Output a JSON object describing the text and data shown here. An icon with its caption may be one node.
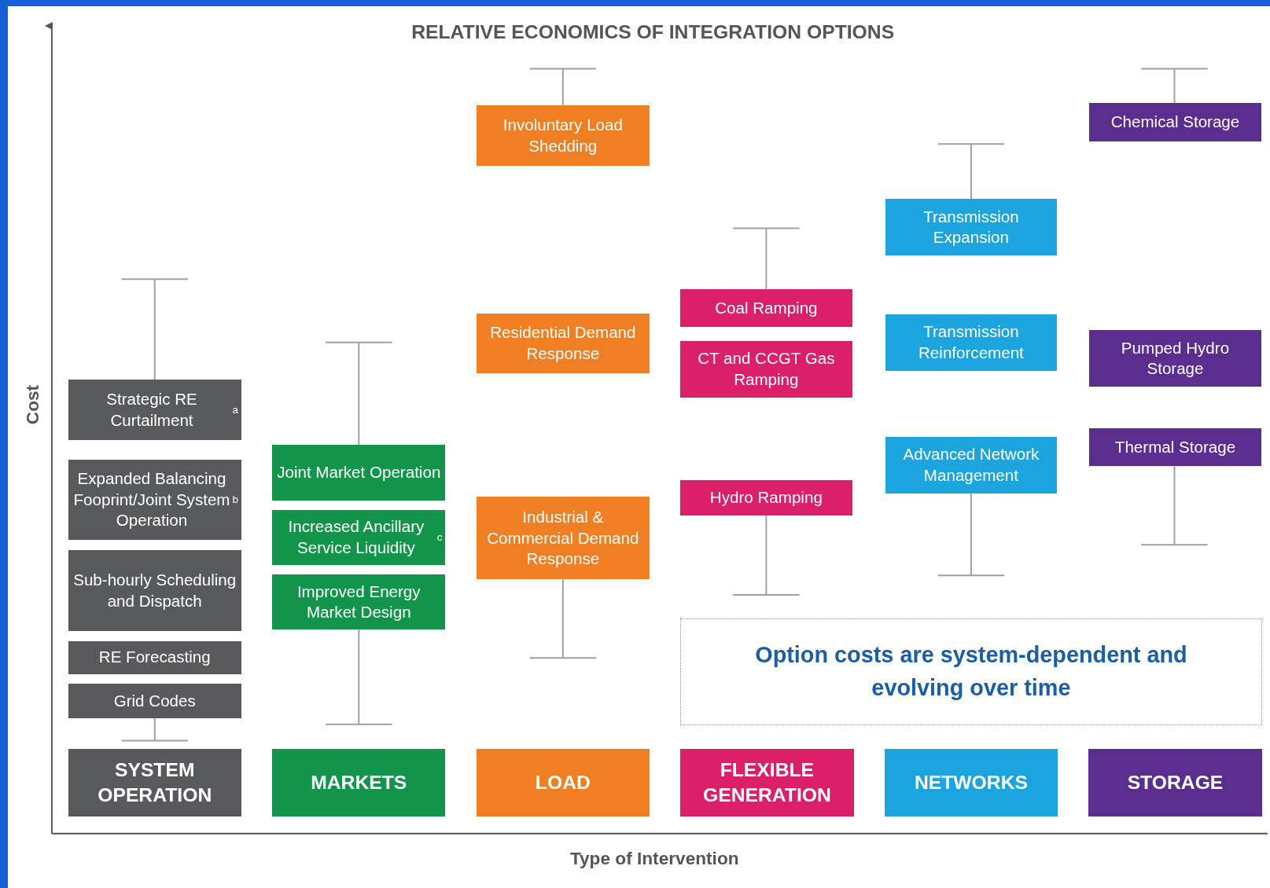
{
  "diagram": {
    "title": "RELATIVE ECONOMICS OF INTEGRATION OPTIONS",
    "nodes": [
      {
        "text": [
          "Strategic RE Curtailment$^{a}$"
        ]
      },
      {
        "text": [
          "Expanded Balancing Fooprint/Joint System Operation$^{b}$"
        ]
      },
      {
        "text": [
          "Sub-hourly Scheduling and Dispatch"
        ]
      },
      {
        "text": [
          "RE Forecasting"
        ]
      },
      {
        "text": [
          "Grid Codes"
        ]
      },
      {
        "text": [
          "SYSTEM OPERATION"
        ]
      },
      {
        "text": [
          "Joint Market Operation"
        ]
      },
      {
        "text": [
          "Increased Ancillary Service Liquidity$^{c}$"
        ]
      },
      {
        "text": [
          "Improved Energy Market Design"
        ]
      },
      {
        "text": [
          "MARKETS"
        ]
      },
      {
        "text": [
          "Involuntary Load Shedding"
        ]
      },
      {
        "text": [
          "Residential Demand Response"
        ]
      },
      {
        "text": [
          "Industrial & Commercial Demand Response"
        ]
      },
      {
        "text": [
          "LOAD"
        ]
      },
      {
        "text": [
          "Coal Ramping"
        ]
      },
      {
        "text": [
          "CT and CCGT Gas Ramping"
        ]
      },
      {
        "text": [
          "Hydro Ramping"
        ]
      },
      {
        "text": [
          "FLEXIBLE GENERATION"
        ]
      },
      {
        "text": [
          "Transmission Expansion"
        ]
      },
      {
        "text": [
          "Transmission Reinforcement"
        ]
      },
      {
        "text": [
          "Advanced Network Management"
        ]
      },
      {
        "text": [
          "NETWORKS"
        ]
      },
      {
        "text": [
          "Chemical Storage"
        ]
      },
      {
        "text": [
          "Pumped Hydro Storage"
        ]
      },
      {
        "text": [
          "Thermal Storage"
        ]
      },
      {
        "text": [
          "STORAGE"
        ]
      },
      {
        "text": [
          "Option costs are system-dependent and evolving over time"
        ]
      }
    ],
    "labels": [
      "Cost",
      "Type of Intervention"
    ]
  }
}
